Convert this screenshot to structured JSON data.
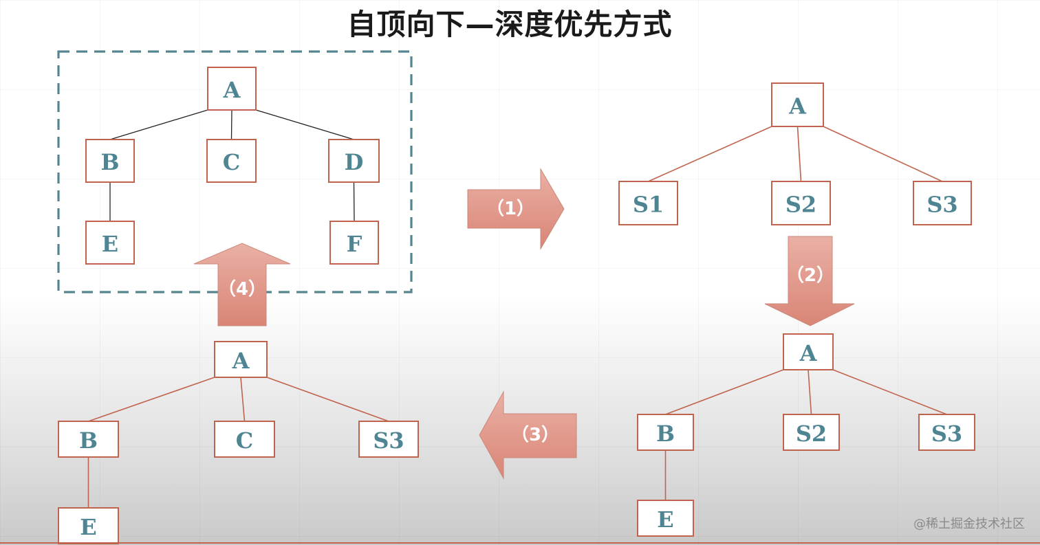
{
  "title": "自顶向下—深度优先方式",
  "watermark": "@稀土掘金技术社区",
  "colors": {
    "node_border": "#c0634c",
    "node_text": "#4f8593",
    "dashed_box": "#55868f",
    "arrow_fill": "#e6a094"
  },
  "arrows": [
    {
      "id": "arrow-1",
      "label": "（1）",
      "direction": "right"
    },
    {
      "id": "arrow-2",
      "label": "（2）",
      "direction": "down"
    },
    {
      "id": "arrow-3",
      "label": "（3）",
      "direction": "left"
    },
    {
      "id": "arrow-4",
      "label": "（4）",
      "direction": "up"
    }
  ],
  "trees": [
    {
      "id": "tree-final",
      "nodes": [
        {
          "id": "A",
          "label": "A"
        },
        {
          "id": "B",
          "label": "B"
        },
        {
          "id": "C",
          "label": "C"
        },
        {
          "id": "D",
          "label": "D"
        },
        {
          "id": "E",
          "label": "E"
        },
        {
          "id": "F",
          "label": "F"
        }
      ],
      "edges": [
        [
          "A",
          "B"
        ],
        [
          "A",
          "C"
        ],
        [
          "A",
          "D"
        ],
        [
          "B",
          "E"
        ],
        [
          "D",
          "F"
        ]
      ]
    },
    {
      "id": "tree-step1",
      "nodes": [
        {
          "id": "A",
          "label": "A"
        },
        {
          "id": "S1",
          "label": "S1"
        },
        {
          "id": "S2",
          "label": "S2"
        },
        {
          "id": "S3",
          "label": "S3"
        }
      ],
      "edges": [
        [
          "A",
          "S1"
        ],
        [
          "A",
          "S2"
        ],
        [
          "A",
          "S3"
        ]
      ]
    },
    {
      "id": "tree-step2",
      "nodes": [
        {
          "id": "A",
          "label": "A"
        },
        {
          "id": "B",
          "label": "B"
        },
        {
          "id": "S2",
          "label": "S2"
        },
        {
          "id": "S3",
          "label": "S3"
        },
        {
          "id": "E",
          "label": "E"
        }
      ],
      "edges": [
        [
          "A",
          "B"
        ],
        [
          "A",
          "S2"
        ],
        [
          "A",
          "S3"
        ],
        [
          "B",
          "E"
        ]
      ]
    },
    {
      "id": "tree-step3",
      "nodes": [
        {
          "id": "A",
          "label": "A"
        },
        {
          "id": "B",
          "label": "B"
        },
        {
          "id": "C",
          "label": "C"
        },
        {
          "id": "S3",
          "label": "S3"
        },
        {
          "id": "E",
          "label": "E"
        }
      ],
      "edges": [
        [
          "A",
          "B"
        ],
        [
          "A",
          "C"
        ],
        [
          "A",
          "S3"
        ],
        [
          "B",
          "E"
        ]
      ]
    }
  ]
}
